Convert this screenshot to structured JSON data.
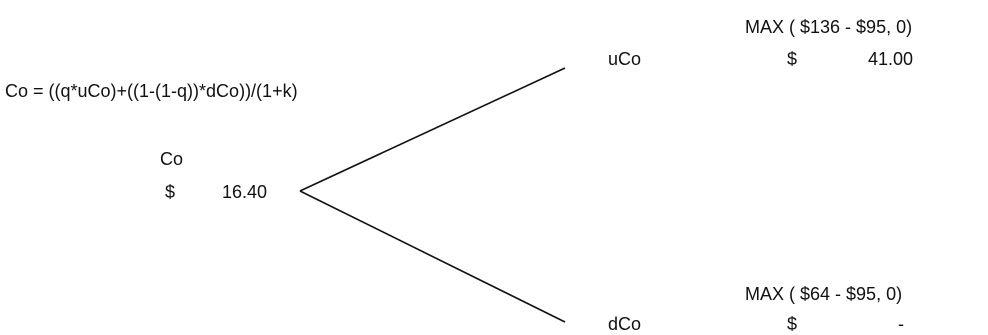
{
  "formula": "Co = ((q*uCo)+((1-(1-q))*dCo))/(1+k)",
  "root": {
    "label": "Co",
    "currency": "$",
    "value": "16.40"
  },
  "up": {
    "label": "uCo",
    "max_expr": "MAX ( $136 - $95, 0)",
    "currency": "$",
    "value": "41.00"
  },
  "down": {
    "label": "dCo",
    "max_expr": "MAX ( $64 - $95, 0)",
    "currency": "$",
    "value": "-"
  }
}
